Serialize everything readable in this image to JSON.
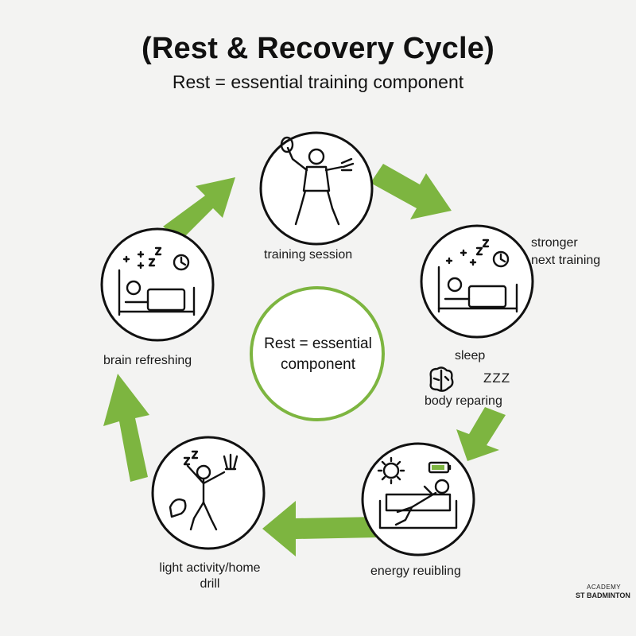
{
  "title": "(Rest & Recovery Cycle)",
  "subtitle": "Rest = essential training component",
  "center": {
    "line1": "Rest = essential",
    "line2": "component"
  },
  "nodes": {
    "training": {
      "label": "training session"
    },
    "sleep": {
      "top_label_1": "stronger",
      "top_label_2": "next training",
      "label": "sleep",
      "sub_label": "body reparing",
      "zzz": "ZZZ"
    },
    "energy": {
      "label": "energy reuibling"
    },
    "light": {
      "label_1": "light activity/home",
      "label_2": "drill"
    },
    "brain": {
      "label": "brain refreshing"
    }
  },
  "logo": {
    "line1": "ACADEMY",
    "line2": "ST BADMINTON"
  },
  "colors": {
    "arrow": "#7db540",
    "center_ring": "#7db540",
    "outline": "#111111",
    "background": "#f3f3f2"
  }
}
